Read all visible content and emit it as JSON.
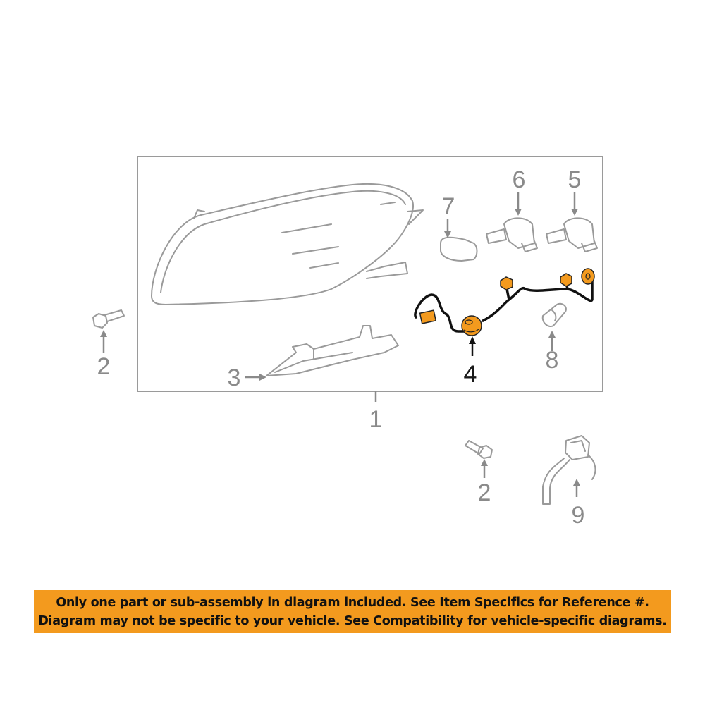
{
  "diagram": {
    "callouts": {
      "c1": "1",
      "c2a": "2",
      "c2b": "2",
      "c3": "3",
      "c4": "4",
      "c5": "5",
      "c6": "6",
      "c7": "7",
      "c8": "8",
      "c9": "9"
    },
    "highlighted_part": "4",
    "colors": {
      "highlight": "#f39a1e",
      "line": "#9a9a9a",
      "banner": "#f39a1e"
    }
  },
  "banner": {
    "line1": "Only one part or sub-assembly in diagram included. See Item Specifics for Reference #.",
    "line2": "Diagram may not be specific to your vehicle. See Compatibility for vehicle-specific diagrams."
  }
}
